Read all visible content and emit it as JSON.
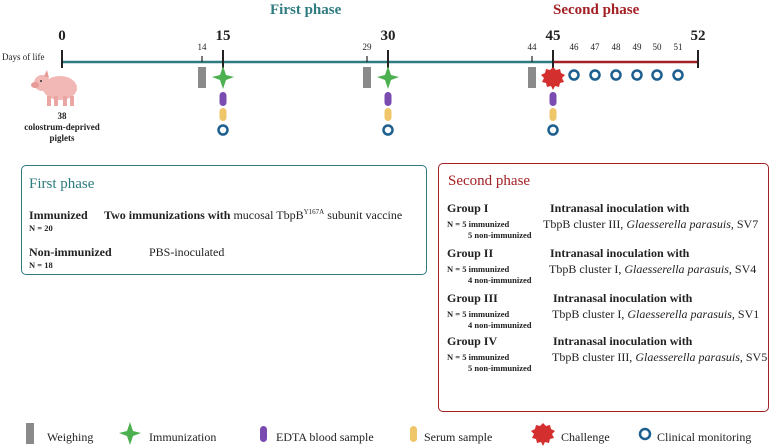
{
  "timeline": {
    "first_phase_title": "First phase",
    "second_phase_title": "Second phase",
    "axis_label": "Days of life",
    "major_days": [
      "0",
      "15",
      "30",
      "45",
      "52"
    ],
    "minor_days": [
      "14",
      "29",
      "44",
      "46",
      "47",
      "48",
      "49",
      "50",
      "51"
    ],
    "pig_count": "38",
    "pig_caption_line1": "colostrum-deprived",
    "pig_caption_line2": "piglets",
    "colors": {
      "first": "#2e7b80",
      "second": "#a32024",
      "weigh": "#8a8a8a",
      "immun": "#4caf50",
      "edta": "#7a4bb0",
      "serum": "#f0c66a",
      "challenge": "#d32f2f",
      "monitor": "#1d5f8f"
    }
  },
  "first_box": {
    "title": "First phase",
    "immunized_label": "Immunized",
    "immunized_n": "N = 20",
    "immunized_desc_bold": "Two immunizations with",
    "immunized_desc": "mucosal TbpB",
    "immunized_sup": "Y167A",
    "immunized_desc2": "subunit vaccine",
    "nonimmunized_label": "Non-immunized",
    "nonimmunized_n": "N = 18",
    "nonimmunized_desc": "PBS-inoculated"
  },
  "second_box": {
    "title": "Second phase",
    "groups": [
      {
        "label": "Group I",
        "n_imm": "N = 5 immunized",
        "n_non": "5 non-immunized",
        "desc1": "Intranasal inoculation with",
        "desc2": "TbpB cluster III,",
        "species": "Glaesserella parasuis,",
        "sv": "SV7"
      },
      {
        "label": "Group II",
        "n_imm": "N = 5 immunized",
        "n_non": "4 non-immunized",
        "desc1": "Intranasal inoculation with",
        "desc2": "TbpB cluster I,",
        "species": "Glaesserella parasuis,",
        "sv": "SV4"
      },
      {
        "label": "Group III",
        "n_imm": "N = 5 immunized",
        "n_non": "4 non-immunized",
        "desc1": "Intranasal inoculation with",
        "desc2": "TbpB cluster I,",
        "species": "Glaesserella parasuis,",
        "sv": "SV1"
      },
      {
        "label": "Group IV",
        "n_imm": "N = 5 immunized",
        "n_non": "5 non-immunized",
        "desc1": "Intranasal inoculation with",
        "desc2": "TbpB cluster III,",
        "species": "Glaesserella parasuis,",
        "sv": "SV5"
      }
    ]
  },
  "legend": {
    "weighing": "Weighing",
    "immunization": "Immunization",
    "edta": "EDTA blood sample",
    "serum": "Serum sample",
    "challenge": "Challenge",
    "monitoring": "Clinical monitoring"
  }
}
